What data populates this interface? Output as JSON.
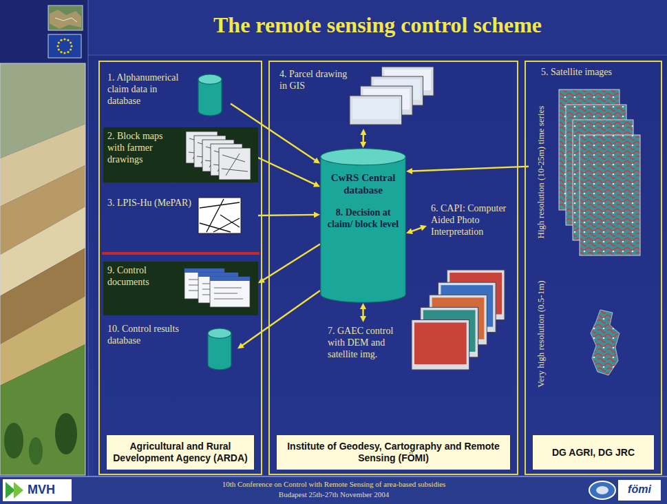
{
  "diagram": {
    "title": "The remote sensing control scheme",
    "nodes": [
      {
        "text": [
          "Agricultural and Rural Development Agency (ARDA)"
        ]
      },
      {
        "text": [
          "1. Alphanumerical claim data in database"
        ],
        "in": 0
      },
      {
        "text": [
          "2. Block maps with farmer drawings"
        ],
        "in": 0
      },
      {
        "text": [
          "3. LPIS-Hu (MePAR)"
        ],
        "in": 0
      },
      {
        "text": [
          "9. Control documents"
        ],
        "in": 0
      },
      {
        "text": [
          "10. Control results database"
        ],
        "in": 0
      },
      {
        "text": [
          "Institute of Geodesy, Cartography and Remote Sensing (FÖMI)"
        ]
      },
      {
        "text": [
          "4. Parcel drawing in GIS"
        ],
        "in": 6
      },
      {
        "text": [
          "CwRS Central database",
          "8. Decision at claim/ block level"
        ],
        "in": 6
      },
      {
        "text": [
          "6. CAPI: Computer Aided Photo Interpretation"
        ],
        "in": 6
      },
      {
        "text": [
          "7. GAEC control with DEM and satellite img."
        ],
        "in": 6
      },
      {
        "text": [
          "DG AGRI, DG JRC"
        ]
      },
      {
        "text": [
          "5. Satellite images"
        ],
        "in": 11
      }
    ],
    "edges": [
      {
        "from": 1,
        "to": 8,
        "arrow": "to"
      },
      {
        "from": 2,
        "to": 8,
        "arrow": "to"
      },
      {
        "from": 3,
        "to": 8,
        "arrow": "to"
      },
      {
        "from": 7,
        "to": 8,
        "arrow": "both"
      },
      {
        "from": 12,
        "to": 8,
        "arrow": "to"
      },
      {
        "from": 8,
        "to": 9,
        "arrow": "both"
      },
      {
        "from": 8,
        "to": 10,
        "arrow": "both"
      },
      {
        "from": 8,
        "to": 4,
        "arrow": "to"
      },
      {
        "from": 8,
        "to": 5,
        "arrow": "to"
      }
    ],
    "labels": [
      "High resolution (10-25m) time series",
      "Very high resolution (0.5-1m)",
      "MVH",
      "10th Conference on Control with Remote Sensing of area-based subsidies",
      "Budapest 25th-27th November 2004",
      "fömi"
    ]
  }
}
